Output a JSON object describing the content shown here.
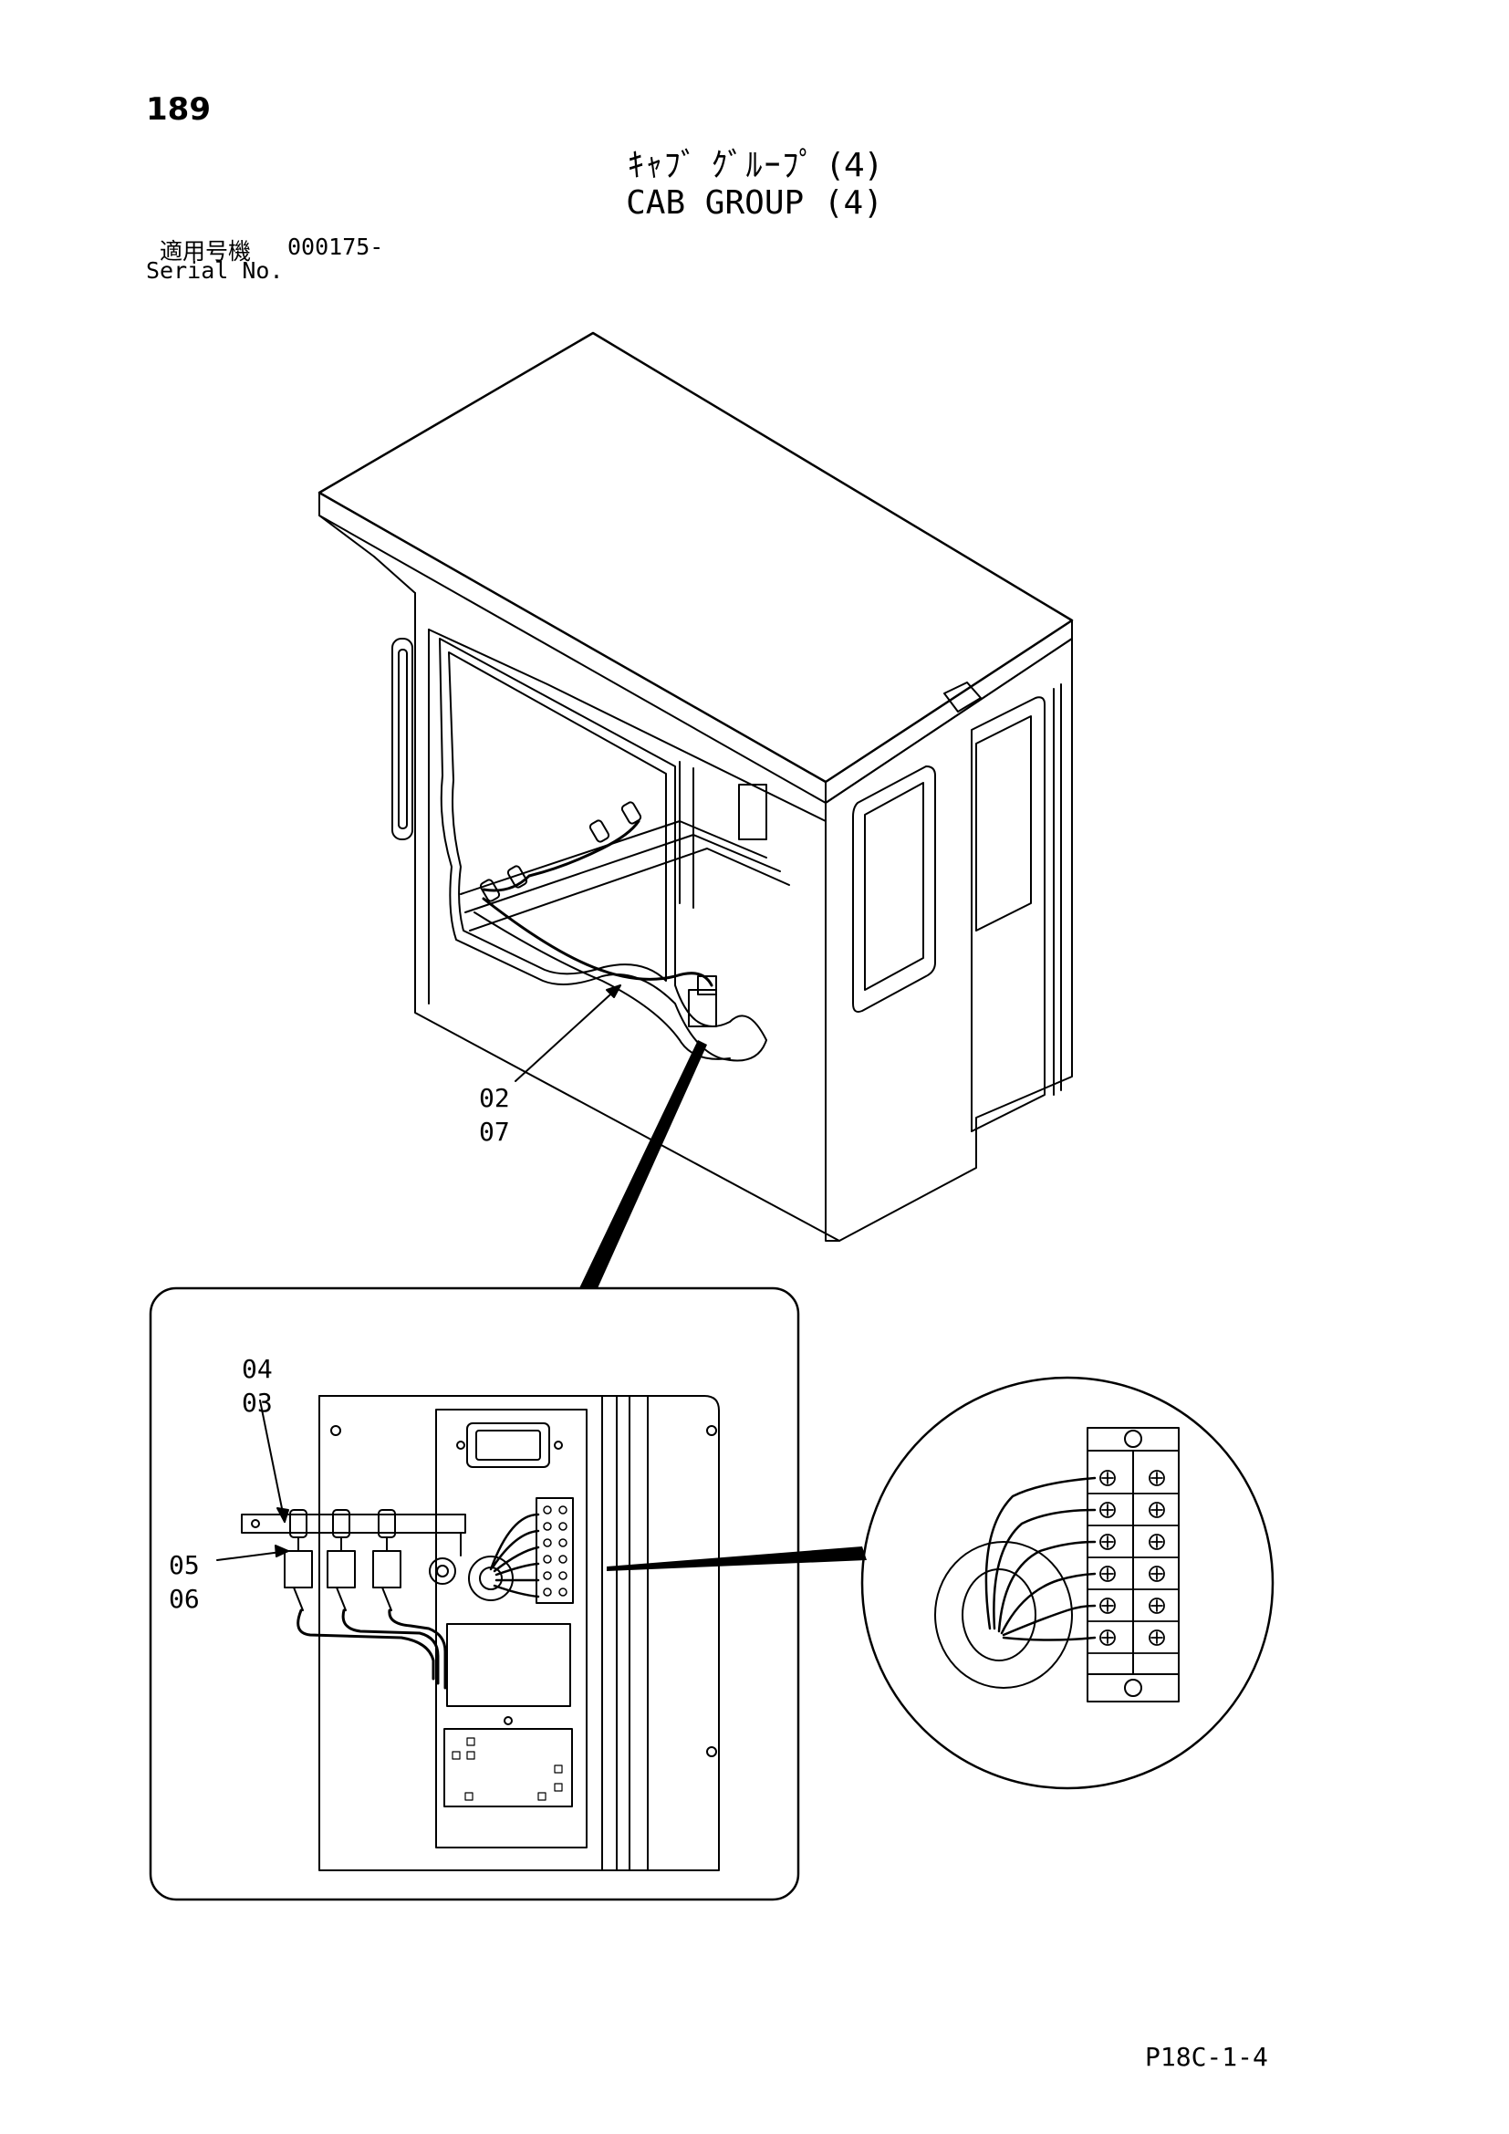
{
  "header": {
    "page_number": "189",
    "title_jp": "ｷｬﾌﾞ ｸﾞﾙｰﾌﾟ (4)",
    "title_en": "CAB GROUP (4)",
    "serial_label_jp": "適用号機",
    "serial_value": "000175-",
    "serial_label_en": "Serial No."
  },
  "callouts": {
    "c02": "02",
    "c07": "07",
    "c04": "04",
    "c03": "03",
    "c05": "05",
    "c06": "06"
  },
  "footer": {
    "code": "P18C-1-4"
  }
}
